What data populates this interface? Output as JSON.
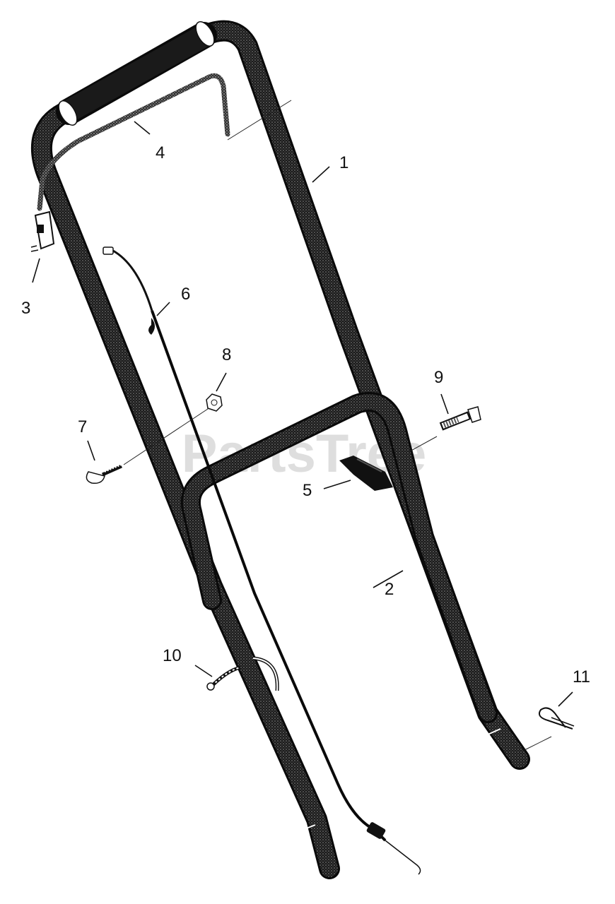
{
  "watermark": {
    "text": "PartsTree"
  },
  "callouts": [
    "1",
    "2",
    "3",
    "4",
    "5",
    "6",
    "7",
    "8",
    "9",
    "10",
    "11"
  ]
}
